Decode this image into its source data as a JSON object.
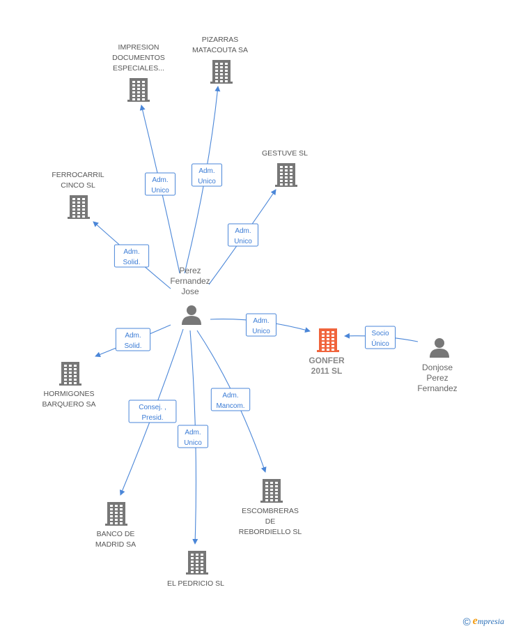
{
  "colors": {
    "company": "#777777",
    "focus_company": "#f0643c",
    "person": "#777777",
    "edge": "#4a86d8"
  },
  "nodes": [
    {
      "id": "impresion",
      "kind": "company",
      "lines": [
        "IMPRESION",
        "DOCUMENTOS",
        "ESPECIALES..."
      ]
    },
    {
      "id": "pizarras",
      "kind": "company",
      "lines": [
        "PIZARRAS",
        "MATACOUTA SA"
      ]
    },
    {
      "id": "gestuve",
      "kind": "company",
      "lines": [
        "GESTUVE SL"
      ]
    },
    {
      "id": "ferrocarril",
      "kind": "company",
      "lines": [
        "FERROCARRIL",
        "CINCO SL"
      ]
    },
    {
      "id": "perez",
      "kind": "person",
      "lines": [
        "Perez",
        "Fernandez",
        "Jose"
      ]
    },
    {
      "id": "gonfer",
      "kind": "focus",
      "lines": [
        "GONFER",
        "2011 SL"
      ]
    },
    {
      "id": "donjose",
      "kind": "person",
      "lines": [
        "Donjose",
        "Perez",
        "Fernandez"
      ]
    },
    {
      "id": "hormigones",
      "kind": "company",
      "lines": [
        "HORMIGONES",
        "BARQUERO SA"
      ]
    },
    {
      "id": "banco",
      "kind": "company",
      "lines": [
        "BANCO DE",
        "MADRID SA"
      ]
    },
    {
      "id": "pedricio",
      "kind": "company",
      "lines": [
        "EL PEDRICIO SL"
      ]
    },
    {
      "id": "escombreras",
      "kind": "company",
      "lines": [
        "ESCOMBRERAS",
        "DE",
        "REBORDIELLO SL"
      ]
    }
  ],
  "edges": [
    {
      "from": "perez",
      "to": "impresion",
      "lines": [
        "Adm.",
        "Unico"
      ]
    },
    {
      "from": "perez",
      "to": "pizarras",
      "lines": [
        "Adm.",
        "Unico"
      ]
    },
    {
      "from": "perez",
      "to": "gestuve",
      "lines": [
        "Adm.",
        "Unico"
      ]
    },
    {
      "from": "perez",
      "to": "ferrocarril",
      "lines": [
        "Adm.",
        "Solid."
      ]
    },
    {
      "from": "perez",
      "to": "gonfer",
      "lines": [
        "Adm.",
        "Unico"
      ]
    },
    {
      "from": "donjose",
      "to": "gonfer",
      "lines": [
        "Socio",
        "Único"
      ]
    },
    {
      "from": "perez",
      "to": "hormigones",
      "lines": [
        "Adm.",
        "Solid."
      ]
    },
    {
      "from": "perez",
      "to": "banco",
      "lines": [
        "Consej. ,",
        "Presid."
      ]
    },
    {
      "from": "perez",
      "to": "pedricio",
      "lines": [
        "Adm.",
        "Unico"
      ]
    },
    {
      "from": "perez",
      "to": "escombreras",
      "lines": [
        "Adm.",
        "Mancom."
      ]
    }
  ],
  "footer": {
    "copyright": "©",
    "brand_first": "e",
    "brand_rest": "mpresia"
  }
}
